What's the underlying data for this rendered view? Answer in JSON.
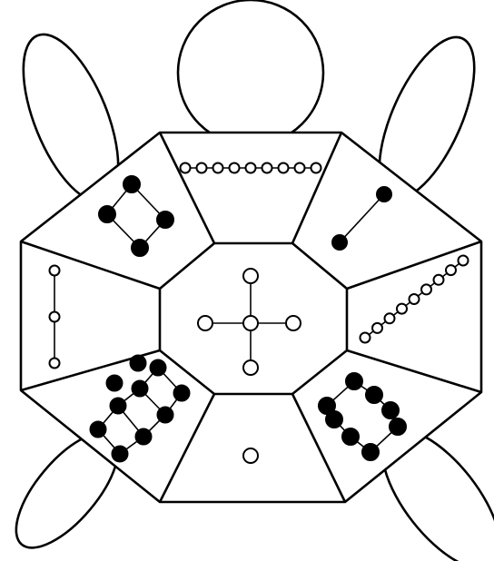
{
  "diagram": {
    "subject": "turtle",
    "colors": {
      "stroke": "#000000",
      "background": "#ffffff",
      "open_dot": "#ffffff",
      "filled_dot": "#000000"
    },
    "sections": [
      {
        "id": "top",
        "dot_type": "open",
        "count": 9
      },
      {
        "id": "upper-right",
        "dot_type": "filled",
        "count": 2
      },
      {
        "id": "right",
        "dot_type": "open",
        "count": 9
      },
      {
        "id": "lower-right",
        "dot_type": "filled",
        "count": 8
      },
      {
        "id": "bottom",
        "dot_type": "open",
        "count": 1
      },
      {
        "id": "lower-left",
        "dot_type": "filled",
        "count": 10
      },
      {
        "id": "left",
        "dot_type": "open",
        "count": 3
      },
      {
        "id": "upper-left",
        "dot_type": "filled",
        "count": 4
      },
      {
        "id": "center",
        "dot_type": "open",
        "count": 5
      }
    ]
  }
}
